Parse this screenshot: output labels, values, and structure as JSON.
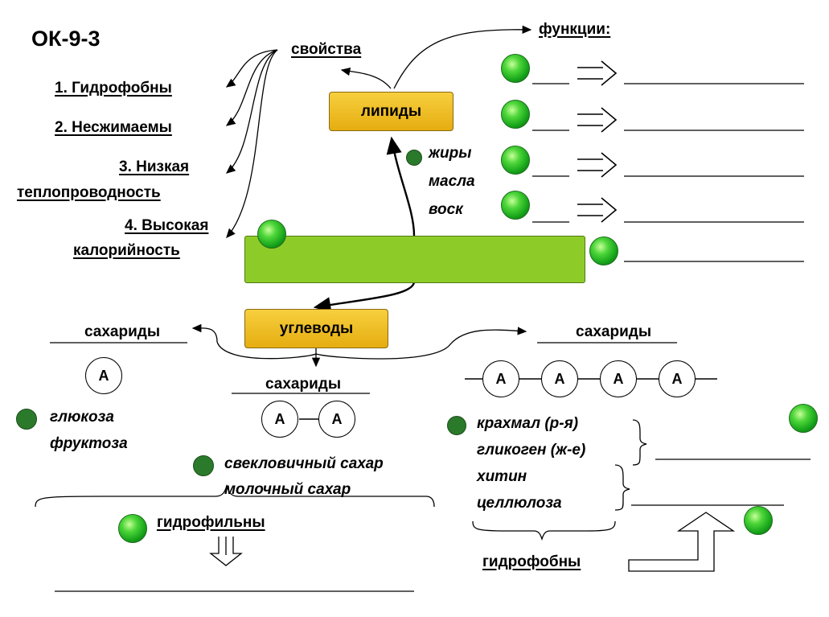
{
  "title": "ОК-9-3",
  "top": {
    "properties_label": "свойства",
    "functions_label": "функции:",
    "lipids_box": "липиды"
  },
  "properties": {
    "p1": "1. Гидрофобны",
    "p2": "2. Несжимаемы",
    "p3a": "3. Низкая",
    "p3b": "теплопроводность",
    "p4a": "4. Высокая",
    "p4b": "калорийность"
  },
  "lipid_examples": [
    "жиры",
    "масла",
    "воск"
  ],
  "carbs": {
    "box": "углеводы",
    "left_saccharides": "сахариды",
    "mid_saccharides": "сахариды",
    "right_saccharides": "сахариды",
    "unit": "А",
    "mono_examples": [
      "глюкоза",
      "фруктоза"
    ],
    "di_examples": [
      "свекловичный сахар",
      "молочный сахар"
    ],
    "poly_examples": [
      "крахмал (р-я)",
      "гликоген (ж-е)",
      "хитин",
      "целлюлоза"
    ],
    "hydrophilic": "гидрофильны",
    "hydrophobic": "гидрофобны"
  }
}
